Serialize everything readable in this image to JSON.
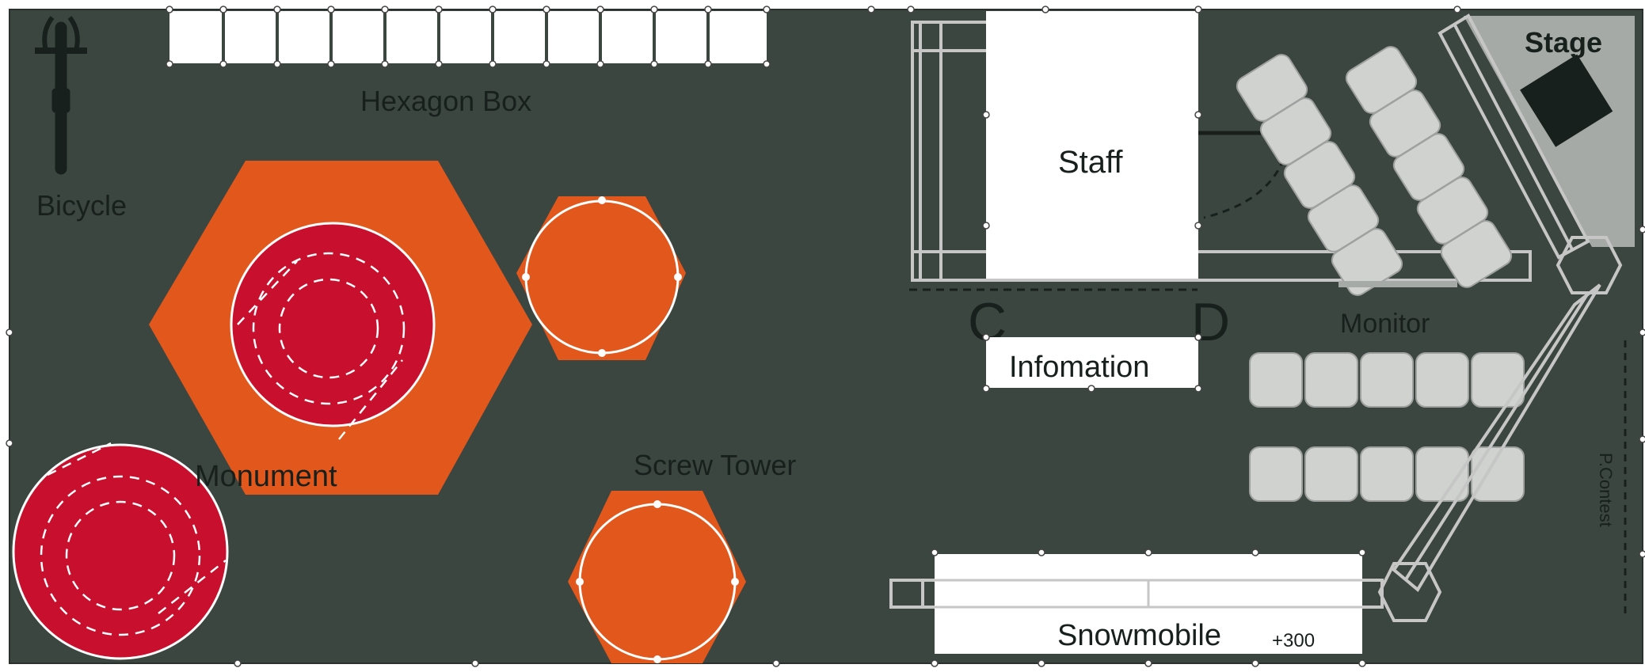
{
  "labels": {
    "hexagon_box": "Hexagon Box",
    "bicycle": "Bicycle",
    "monument": "Monument",
    "screw_tower": "Screw Tower",
    "staff": "Staff",
    "infomation": "Infomation",
    "gate_c": "C",
    "gate_d": "D",
    "monitor": "Monitor",
    "stage": "Stage",
    "p_contest": "P.Contest",
    "snowmobile": "Snowmobile",
    "snowmobile_note": "+300"
  },
  "icons": {
    "bicycle": "bicycle-icon"
  },
  "colors": {
    "ground": "#3c4641",
    "hexagon": "#e2581c",
    "circle": "#c8102e",
    "booth": "#ffffff",
    "seat": "#cfd2cf",
    "frame": "#c6c6c6",
    "stage": "#a6aaa7",
    "text_dark": "#17201c"
  }
}
